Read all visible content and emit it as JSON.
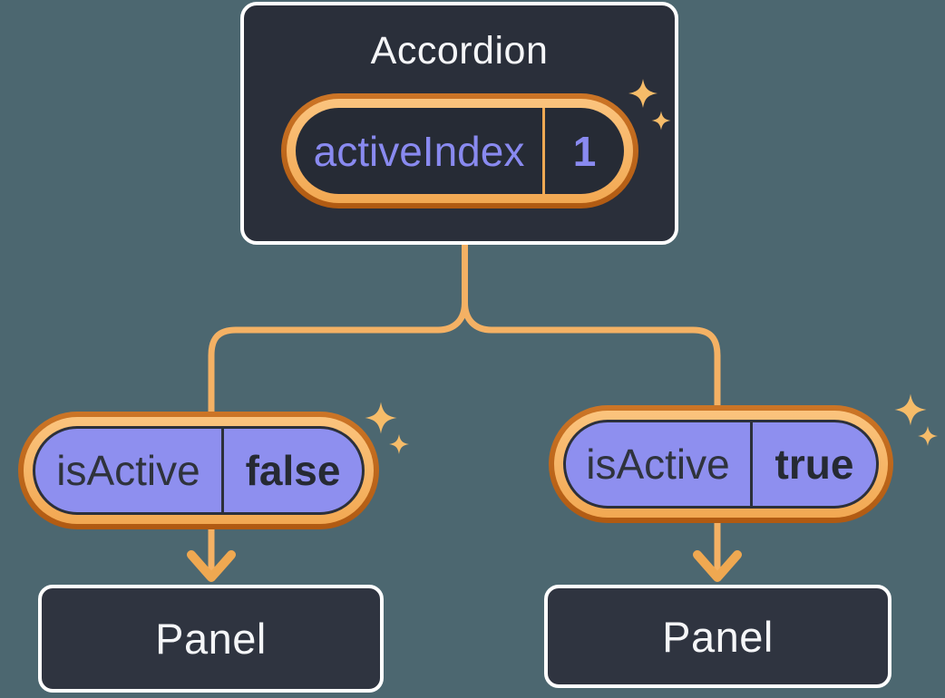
{
  "root": {
    "title": "Accordion",
    "state": {
      "label": "activeIndex",
      "value": "1"
    }
  },
  "children": [
    {
      "prop": {
        "label": "isActive",
        "value": "false"
      },
      "panel": "Panel"
    },
    {
      "prop": {
        "label": "isActive",
        "value": "true"
      },
      "panel": "Panel"
    }
  ],
  "icons": {
    "sparkle": "sparkle-icon"
  },
  "colors": {
    "background": "#4C6770",
    "card_fill": "#2A2F3A",
    "panel_fill": "#2F3440",
    "card_border": "#FFFFFF",
    "text_light": "#F5F6F8",
    "text_dark": "#2F333C",
    "purple_fill": "#8E8FEF",
    "purple_text": "#898AF0",
    "orange_ring_dark": "#B55E14",
    "orange_ring_light": "#F7B668",
    "connector": "#F4B164",
    "arrowhead": "#EFA851",
    "sparkle": "#F6BC69"
  }
}
